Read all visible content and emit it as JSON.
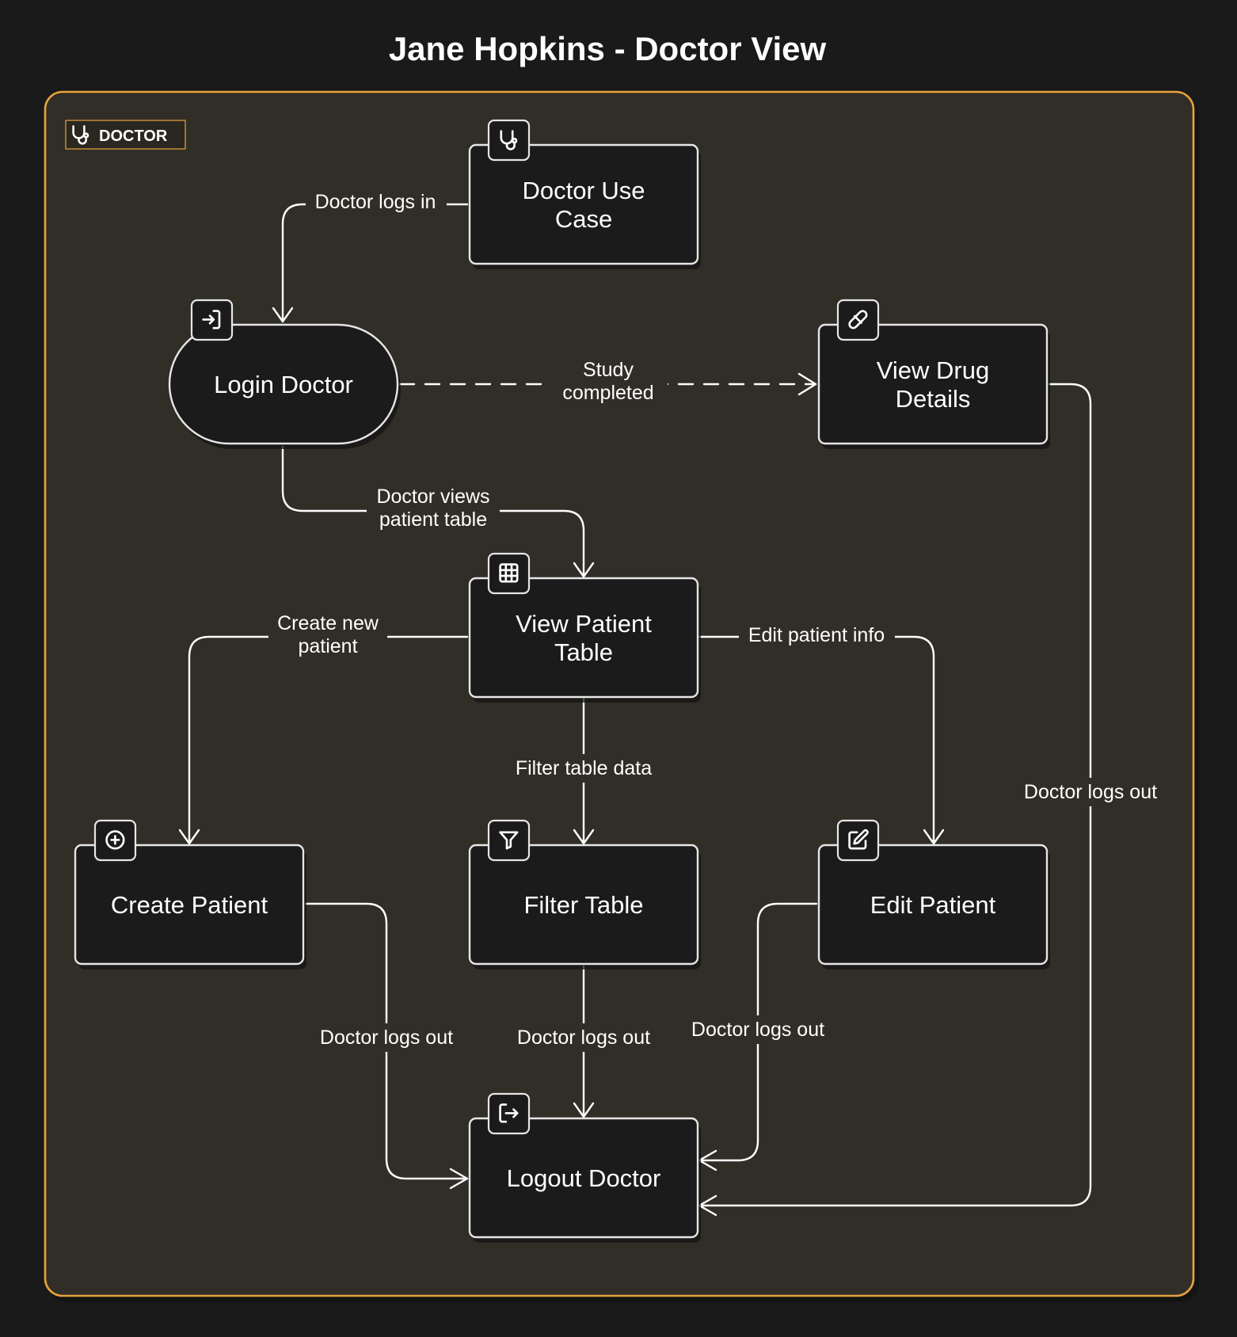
{
  "title": "Jane Hopkins - Doctor View",
  "group": {
    "label": "DOCTOR",
    "icon": "stethoscope-icon",
    "border_color": "#e8a33d",
    "fill_color": "#312e27"
  },
  "nodes": {
    "use_case": {
      "lines": [
        "Doctor Use",
        "Case"
      ],
      "icon": "stethoscope-icon"
    },
    "login": {
      "lines": [
        "Login Doctor"
      ],
      "icon": "login-arrow-icon"
    },
    "drug": {
      "lines": [
        "View Drug",
        "Details"
      ],
      "icon": "pill-icon"
    },
    "patient_table": {
      "lines": [
        "View Patient",
        "Table"
      ],
      "icon": "table-grid-icon"
    },
    "create": {
      "lines": [
        "Create Patient"
      ],
      "icon": "plus-circle-icon"
    },
    "filter": {
      "lines": [
        "Filter Table"
      ],
      "icon": "filter-funnel-icon"
    },
    "edit": {
      "lines": [
        "Edit Patient"
      ],
      "icon": "edit-pencil-icon"
    },
    "logout": {
      "lines": [
        "Logout Doctor"
      ],
      "icon": "logout-arrow-icon"
    }
  },
  "edges": {
    "logs_in": {
      "from": "use_case",
      "to": "login",
      "lines": [
        "Doctor logs in"
      ]
    },
    "study_completed": {
      "from": "login",
      "to": "drug",
      "lines": [
        "Study",
        "completed"
      ],
      "style": "dashed"
    },
    "views_table": {
      "from": "login",
      "to": "patient_table",
      "lines": [
        "Doctor views",
        "patient table"
      ]
    },
    "create_new": {
      "from": "patient_table",
      "to": "create",
      "lines": [
        "Create new",
        "patient"
      ]
    },
    "edit_info": {
      "from": "patient_table",
      "to": "edit",
      "lines": [
        "Edit patient info"
      ]
    },
    "filter_data": {
      "from": "patient_table",
      "to": "filter",
      "lines": [
        "Filter table data"
      ]
    },
    "logout_from_drug": {
      "from": "drug",
      "to": "logout",
      "lines": [
        "Doctor logs out"
      ]
    },
    "logout_from_create": {
      "from": "create",
      "to": "logout",
      "lines": [
        "Doctor logs out"
      ]
    },
    "logout_from_filter": {
      "from": "filter",
      "to": "logout",
      "lines": [
        "Doctor logs out"
      ]
    },
    "logout_from_edit": {
      "from": "edit",
      "to": "logout",
      "lines": [
        "Doctor logs out"
      ]
    }
  }
}
